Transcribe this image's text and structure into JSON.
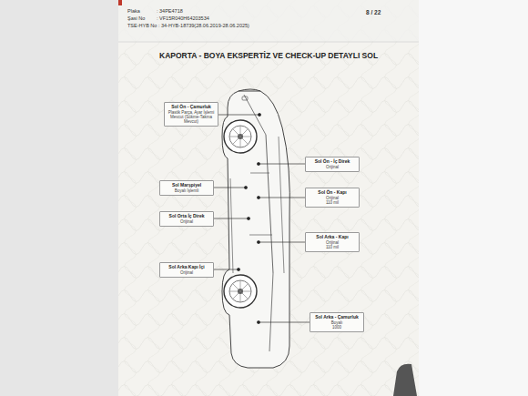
{
  "diagram": {
    "title": "KAPORTA - BOYA EKSPERTİZ VE CHECK-UP DETAYLI SOL",
    "nodes": [
      {
        "text": [
          "Sol Ön - Çamurluk",
          "Plastik Parça, Ayar İşlemi Mevcut (Sökme-Takma Mevcut)"
        ]
      },
      {
        "text": [
          "Sol Ön - İç Direk",
          "Orijinal"
        ]
      },
      {
        "text": [
          "Sol Marşpiyel",
          "Boyalı İşlemli"
        ]
      },
      {
        "text": [
          "Sol Ön - Kapı",
          "Orijinal",
          "110 mil"
        ]
      },
      {
        "text": [
          "Sol Orta İç Direk",
          "Orijinal"
        ]
      },
      {
        "text": [
          "Sol Arka - Kapı",
          "Orijinal",
          "110 mil"
        ]
      },
      {
        "text": [
          "Sol Arka Kapı İçi",
          "Orijinal"
        ]
      },
      {
        "text": [
          "Sol Arka - Çamurluk",
          "Boyalı",
          "1000"
        ]
      }
    ],
    "labels": [
      "Plaka",
      ": 34PE4718",
      "Şasi No",
      ": VF15R040H64203534",
      "TSE-HYB No : 34-HYB-18739(28.06.2019-28.06.2025)",
      "8 / 22"
    ]
  }
}
